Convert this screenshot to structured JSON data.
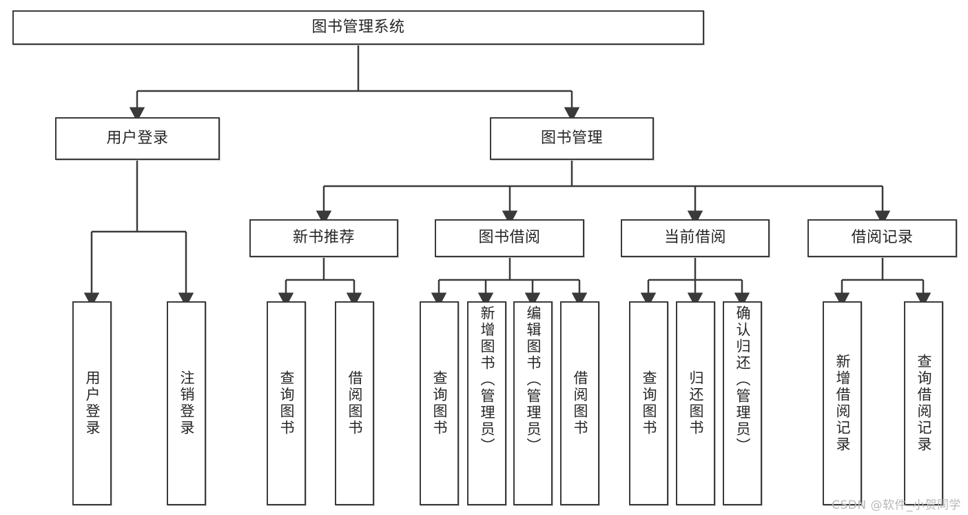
{
  "diagram": {
    "title": "图书管理系统",
    "type": "tree-hierarchy",
    "watermark": "CSDN @软件_小贺同学",
    "colors": {
      "node_border": "#3a3a3a",
      "node_fill": "#ffffff",
      "edge": "#3a3a3a",
      "text": "#262626",
      "watermark": "#b8b8b8",
      "background": "#ffffff"
    },
    "levels": [
      {
        "level": 1,
        "nodes": [
          {
            "id": "root",
            "label": "图书管理系统",
            "orientation": "horizontal"
          }
        ]
      },
      {
        "level": 2,
        "nodes": [
          {
            "id": "login",
            "label": "用户登录",
            "orientation": "horizontal",
            "parent": "root"
          },
          {
            "id": "bookmgmt",
            "label": "图书管理",
            "orientation": "horizontal",
            "parent": "root"
          }
        ]
      },
      {
        "level": 3,
        "nodes": [
          {
            "id": "newbook",
            "label": "新书推荐",
            "orientation": "horizontal",
            "parent": "bookmgmt"
          },
          {
            "id": "borrow",
            "label": "图书借阅",
            "orientation": "horizontal",
            "parent": "bookmgmt"
          },
          {
            "id": "current",
            "label": "当前借阅",
            "orientation": "horizontal",
            "parent": "bookmgmt"
          },
          {
            "id": "records",
            "label": "借阅记录",
            "orientation": "horizontal",
            "parent": "bookmgmt"
          }
        ]
      },
      {
        "level": 4,
        "nodes": [
          {
            "id": "leaf1",
            "label": "用户登录",
            "orientation": "vertical",
            "parent": "login"
          },
          {
            "id": "leaf2",
            "label": "注销登录",
            "orientation": "vertical",
            "parent": "login"
          },
          {
            "id": "leaf3",
            "label": "查询图书",
            "orientation": "vertical",
            "parent": "newbook"
          },
          {
            "id": "leaf4",
            "label": "借阅图书",
            "orientation": "vertical",
            "parent": "newbook"
          },
          {
            "id": "leaf5",
            "label": "查询图书",
            "orientation": "vertical",
            "parent": "borrow"
          },
          {
            "id": "leaf6",
            "label": "新增图书（管理员）",
            "orientation": "vertical",
            "parent": "borrow"
          },
          {
            "id": "leaf7",
            "label": "编辑图书（管理员）",
            "orientation": "vertical",
            "parent": "borrow"
          },
          {
            "id": "leaf8",
            "label": "借阅图书",
            "orientation": "vertical",
            "parent": "borrow"
          },
          {
            "id": "leaf9",
            "label": "查询图书",
            "orientation": "vertical",
            "parent": "current"
          },
          {
            "id": "leaf10",
            "label": "归还图书",
            "orientation": "vertical",
            "parent": "current"
          },
          {
            "id": "leaf11",
            "label": "确认归还（管理员）",
            "orientation": "vertical",
            "parent": "current"
          },
          {
            "id": "leaf12",
            "label": "新增借阅记录",
            "orientation": "vertical",
            "parent": "records"
          },
          {
            "id": "leaf13",
            "label": "查询借阅记录",
            "orientation": "vertical",
            "parent": "records"
          }
        ]
      }
    ],
    "edges": [
      {
        "from": "root",
        "to": "login"
      },
      {
        "from": "root",
        "to": "bookmgmt"
      },
      {
        "from": "bookmgmt",
        "to": "newbook"
      },
      {
        "from": "bookmgmt",
        "to": "borrow"
      },
      {
        "from": "bookmgmt",
        "to": "current"
      },
      {
        "from": "bookmgmt",
        "to": "records"
      },
      {
        "from": "login",
        "to": "leaf1"
      },
      {
        "from": "login",
        "to": "leaf2"
      },
      {
        "from": "newbook",
        "to": "leaf3"
      },
      {
        "from": "newbook",
        "to": "leaf4"
      },
      {
        "from": "borrow",
        "to": "leaf5"
      },
      {
        "from": "borrow",
        "to": "leaf6"
      },
      {
        "from": "borrow",
        "to": "leaf7"
      },
      {
        "from": "borrow",
        "to": "leaf8"
      },
      {
        "from": "current",
        "to": "leaf9"
      },
      {
        "from": "current",
        "to": "leaf10"
      },
      {
        "from": "current",
        "to": "leaf11"
      },
      {
        "from": "records",
        "to": "leaf12"
      },
      {
        "from": "records",
        "to": "leaf13"
      }
    ]
  }
}
